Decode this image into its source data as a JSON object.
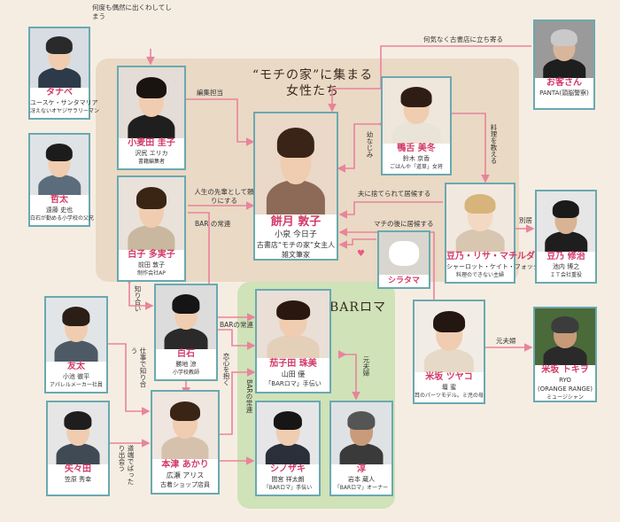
{
  "groups": {
    "main_title_line1": "“モチの家”に集まる",
    "main_title_line2": "女性たち",
    "bar_title": "BARロマ"
  },
  "characters": {
    "tanabe": {
      "name": "タナベ",
      "actor": "ユースケ・サンタマリア",
      "desc": "冴えないオヤジサラリーマン"
    },
    "okyakusan": {
      "name": "お客さん",
      "actor": "PANTA(頭脳警察)",
      "desc": ""
    },
    "komugida": {
      "name": "小麦田 圭子",
      "actor": "沢尻 エリカ",
      "desc": "書籍編集者"
    },
    "mochizuki": {
      "name": "餅月 敦子",
      "actor": "小泉 今日子",
      "desc": "古書店“モチの家”女主人",
      "desc2": "雑文筆家"
    },
    "kamonomae": {
      "name": "鴨舌 美冬",
      "actor": "鈴木 京香",
      "desc": "ごはんや「道草」女将"
    },
    "tetsuta": {
      "name": "哲太",
      "actor": "遠藤 史也",
      "desc": "白石が勤める小学校の父兄"
    },
    "shiroko": {
      "name": "白子 多実子",
      "actor": "前田 敦子",
      "desc": "制作会社AP"
    },
    "mamenomatilda": {
      "name": "豆乃・リサ・マチルダ",
      "actor": "シャーロット・ケイト・フォックス",
      "desc": "料理のできない主婦"
    },
    "mameno": {
      "name": "豆乃 修治",
      "actor": "池内 博之",
      "desc": "ＩＴ会社重役"
    },
    "shiratama": {
      "name": "シラタマ"
    },
    "yuta": {
      "name": "友太",
      "actor": "小池 徹平",
      "desc": "アパレルメーカー社員"
    },
    "shiraishi": {
      "name": "白石",
      "actor": "勝地 涼",
      "desc": "小学校教師"
    },
    "nasuda": {
      "name": "茄子田 珠美",
      "actor": "山田 優",
      "desc": "「BARロマ」手伝い"
    },
    "yonezaka_tsuyako": {
      "name": "米坂 ツヤコ",
      "actor": "壇 蜜",
      "desc": "耳のパーツモデル。ミ児の母"
    },
    "yonezaka_tokiwo": {
      "name": "米坂 トキヲ",
      "actor": "RYO",
      "actor2": "(ORANGE RANGE)",
      "desc": "ミュージシャン"
    },
    "yayoda": {
      "name": "矢々田",
      "actor": "笠原 秀幸",
      "desc": ""
    },
    "mototsu": {
      "name": "本津 あかり",
      "actor": "広瀬 アリス",
      "desc": "古着ショップ店員"
    },
    "shinozaki": {
      "name": "シノザキ",
      "actor": "間宮 祥太朗",
      "desc": "「BARロマ」手伝い"
    },
    "jun": {
      "name": "淳",
      "actor": "岩本 蔵人",
      "desc": "「BARロマ」オーナー"
    }
  },
  "relations": {
    "tanabe_mochi": "何度も偶然に出くわしてしまう",
    "okyaku_mochi": "何気なく古書店に立ち寄る",
    "editor": "編集担当",
    "osananajimi": "幼なじみ",
    "ryori": "料理を教える",
    "jinsei": "人生の先輩として頼りにする",
    "otto": "夫に捨てられて居候する",
    "bekkyo": "別居",
    "bar_jouren1": "BAR の常連",
    "machi": "マチの後に居候する",
    "shiriai": "知り合い",
    "bar_jouren2": "BARの常連",
    "moto_fufu1": "元夫婦",
    "moto_fufu2": "元夫婦",
    "shigoto": "仕事で知り合う",
    "koigokoro": "恋心を抱く",
    "bar_jouren3": "BARの常連",
    "michibata": "道端でばったり出会う"
  },
  "colors": {
    "arrow": "#e8849c",
    "card_border": "#6aa9b0",
    "name": "#d33a68"
  }
}
